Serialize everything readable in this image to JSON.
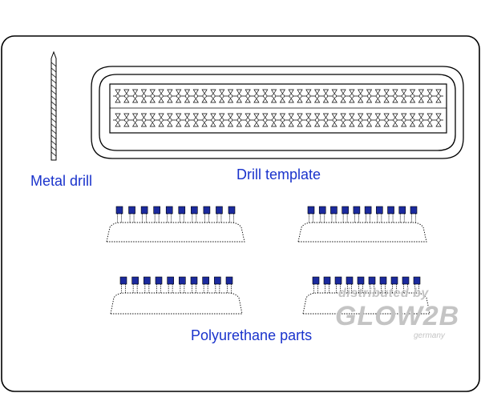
{
  "labels": {
    "metal_drill": "Metal drill",
    "drill_template": "Drill template",
    "polyurethane_parts": "Polyurethane parts"
  },
  "watermark": {
    "line1": "distributed by",
    "brand": "GLOW2B",
    "country": "germany"
  },
  "colors": {
    "label_text": "#1a33cc",
    "part_cap": "#1b2a9e",
    "outline": "#000000",
    "watermark": "#c4c4c4"
  },
  "template_rows": 2,
  "template_holes_per_row": 38,
  "parts": [
    {
      "studs": 10
    },
    {
      "studs": 10
    },
    {
      "studs": 10
    },
    {
      "studs": 10
    }
  ]
}
